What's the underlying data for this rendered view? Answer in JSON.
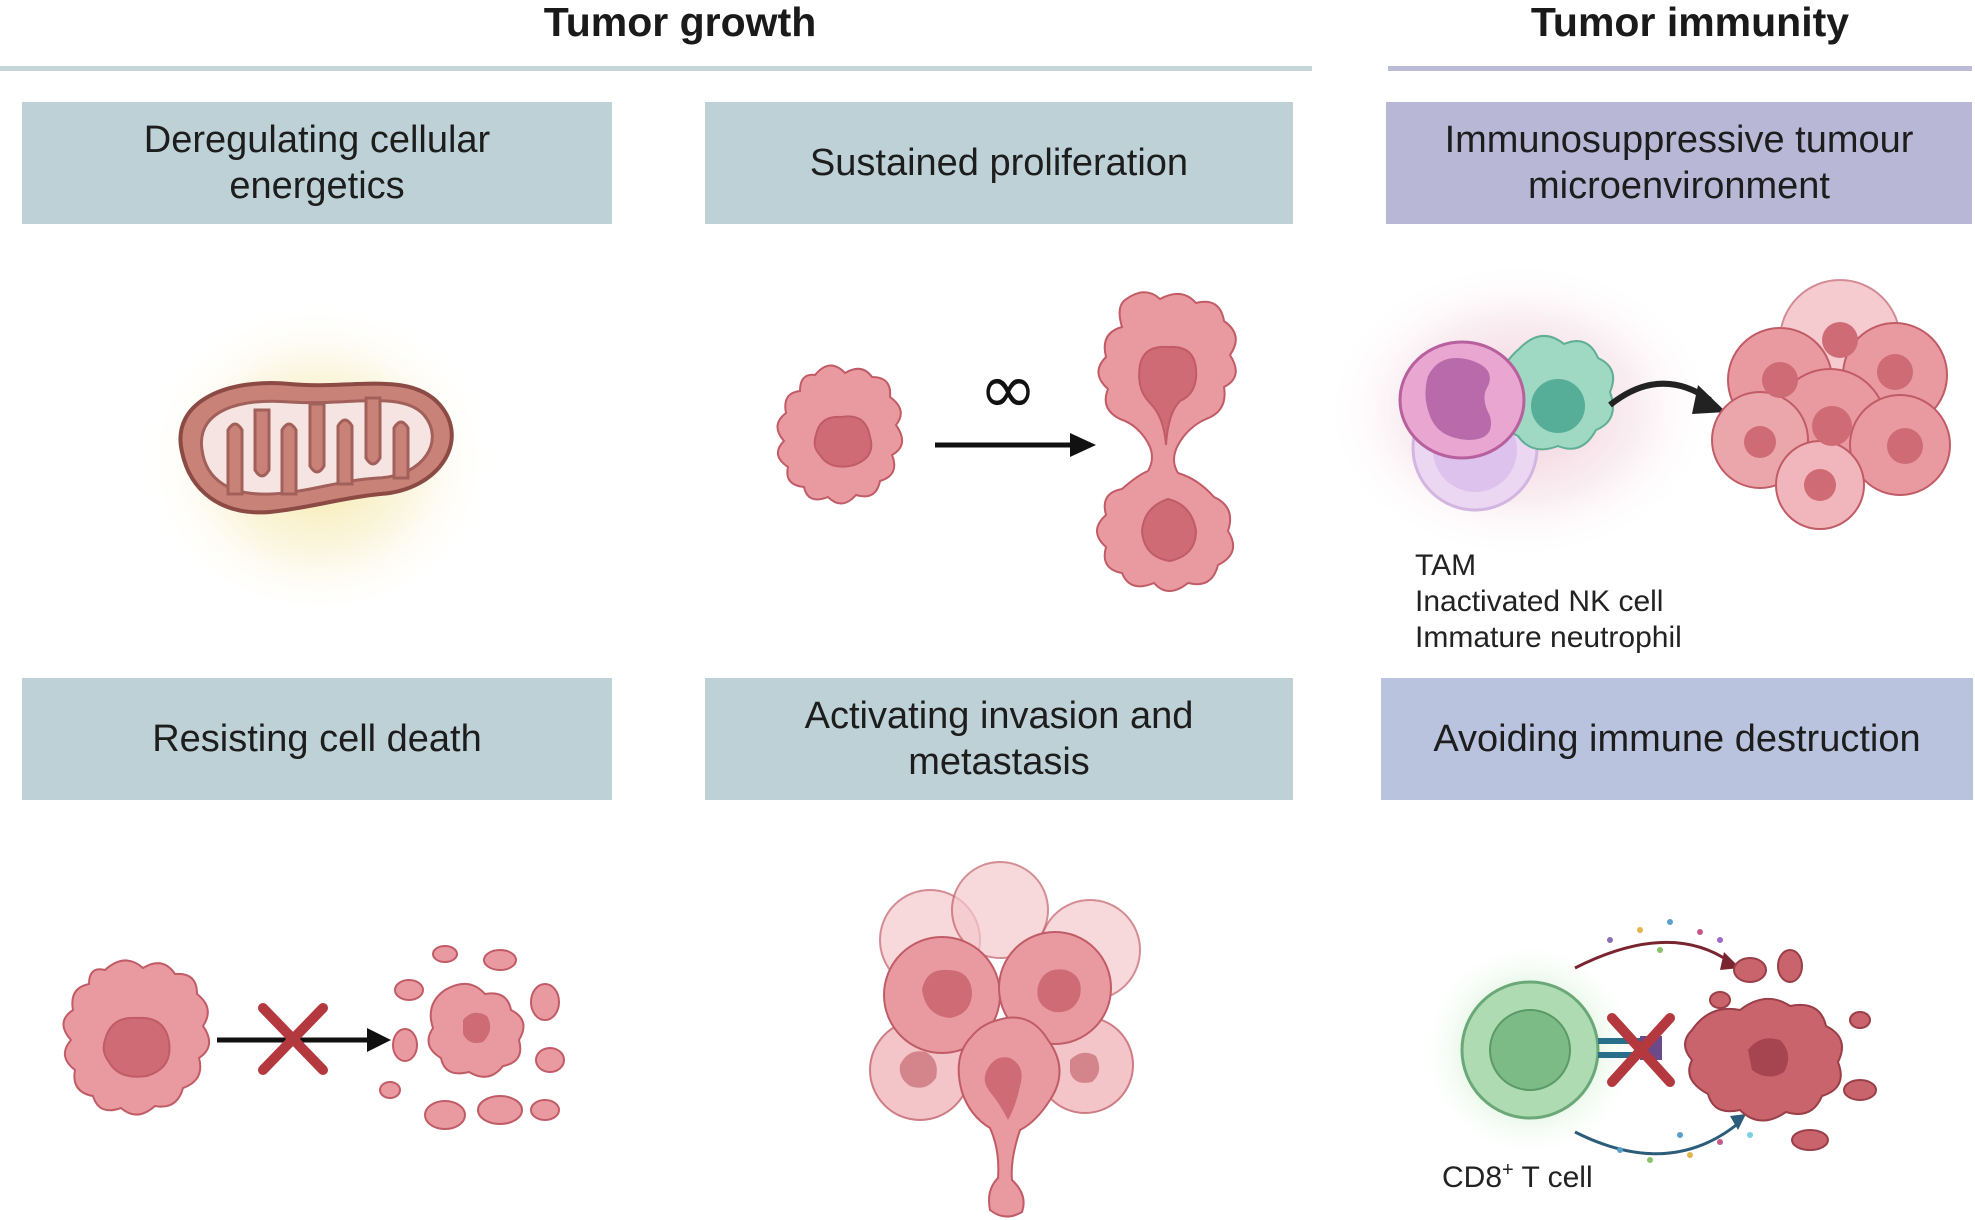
{
  "headers": {
    "growth": "Tumor growth",
    "immunity": "Tumor immunity"
  },
  "boxes": {
    "energetics": [
      "Deregulating cellular",
      "energetics"
    ],
    "proliferation": [
      "Sustained proliferation"
    ],
    "immunosuppressive": [
      "Immunosuppressive tumour",
      "microenvironment"
    ],
    "cell_death": [
      "Resisting cell death"
    ],
    "invasion": [
      "Activating invasion and",
      "metastasis"
    ],
    "immune_destruction": [
      "Avoiding immune destruction"
    ]
  },
  "labels": {
    "infinity": "∞",
    "tam": "TAM",
    "nk": "Inactivated NK cell",
    "neutrophil": "Immature neutrophil",
    "cd8_prefix": "CD8",
    "cd8_sup": "+",
    "cd8_suffix": " T cell"
  },
  "colors": {
    "growth_box": "#bdd1d6",
    "immunity_box_top": "#b8b8d6",
    "immunity_box_bottom": "#b9c3de",
    "cancer_cell": "#e99aa0",
    "nucleus": "#cf6b74",
    "cross": "#b3393f",
    "t_cell": "#8cc596"
  }
}
